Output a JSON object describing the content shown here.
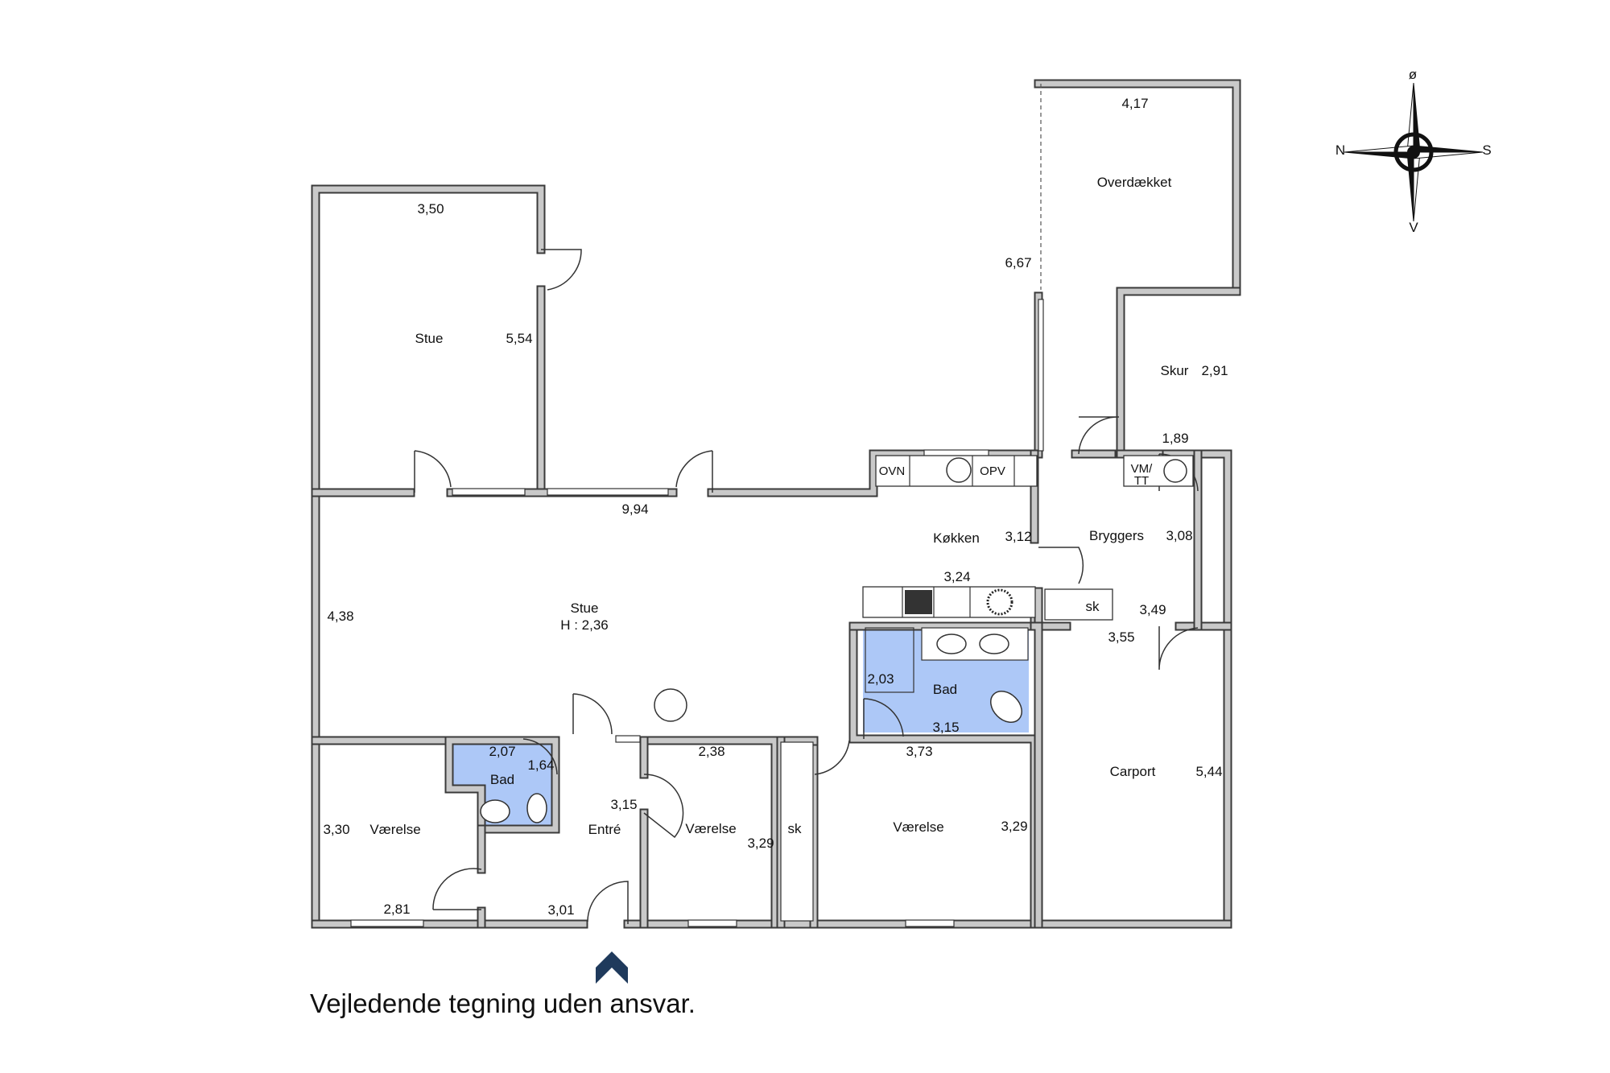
{
  "colors": {
    "wall_fill": "#c9c9c9",
    "wall_line": "#3a3a3a",
    "wet_room": "#adc8f7",
    "entrance_arrow": "#1f3a5c",
    "text": "#111111"
  },
  "rooms": {
    "stue_north": {
      "name": "Stue",
      "dim_width": "3,50",
      "dim_depth": "5,54"
    },
    "stue_main": {
      "name": "Stue",
      "height": "H : 2,36",
      "dim_length": "9,94",
      "dim_depth": "4,38"
    },
    "overdaekket": {
      "name": "Overdækket",
      "dim_width": "4,17",
      "dim_depth": "6,67"
    },
    "skur": {
      "name": "Skur",
      "dim_depth": "2,91",
      "dim_width": "1,89"
    },
    "koekken": {
      "name": "Køkken",
      "dim_depth": "3,12",
      "dim_width": "3,24",
      "oven_label": "OVN",
      "dishwasher_label": "OPV"
    },
    "bryggers": {
      "name": "Bryggers",
      "dim_depth": "3,08",
      "dim_width": "3,49",
      "washer_label": "VM/\nTT",
      "closet_label": "sk"
    },
    "bad_large": {
      "name": "Bad",
      "dim_depth": "2,03",
      "dim_width": "3,15"
    },
    "bad_small": {
      "name": "Bad",
      "dim_width": "2,07",
      "dim_depth": "1,64"
    },
    "vaerelse_west": {
      "name": "Værelse",
      "dim_depth": "3,30",
      "dim_width": "2,81"
    },
    "entre": {
      "name": "Entré",
      "dim_depth": "3,15",
      "dim_width": "3,01"
    },
    "vaerelse_mid": {
      "name": "Værelse",
      "dim_width": "2,38",
      "dim_depth": "3,29",
      "closet_label": "sk"
    },
    "vaerelse_east": {
      "name": "Værelse",
      "dim_width": "3,73",
      "dim_depth": "3,29"
    },
    "carport": {
      "name": "Carport",
      "dim_width": "3,55",
      "dim_depth": "5,44"
    }
  },
  "compass": {
    "top": "ø",
    "left": "N",
    "right": "S",
    "bottom": "V"
  },
  "caption": "Vejledende tegning uden ansvar."
}
